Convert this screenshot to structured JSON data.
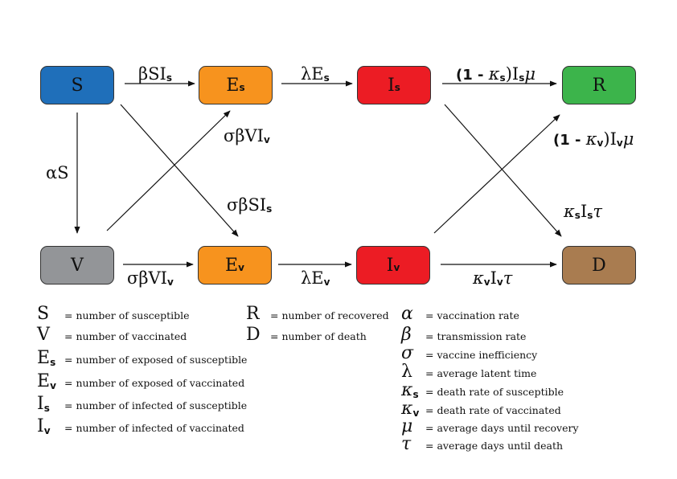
{
  "nodes": {
    "S": {
      "label": "S",
      "sub": "",
      "color": "#1f6fba"
    },
    "Es": {
      "label": "E",
      "sub": "s",
      "color": "#f7931e"
    },
    "Is": {
      "label": "I",
      "sub": "s",
      "color": "#ec1c24"
    },
    "R": {
      "label": "R",
      "sub": "",
      "color": "#3cb44b"
    },
    "V": {
      "label": "V",
      "sub": "",
      "color": "#939598"
    },
    "Ev": {
      "label": "E",
      "sub": "v",
      "color": "#f7931e"
    },
    "Iv": {
      "label": "I",
      "sub": "v",
      "color": "#ec1c24"
    },
    "D": {
      "label": "D",
      "sub": "",
      "color": "#a97c50"
    }
  },
  "edges": {
    "s_es": {
      "a": "βSI",
      "b": "s"
    },
    "es_is": {
      "a": "λE",
      "b": "s"
    },
    "is_r": {
      "a": "(1 - ",
      "b": "κ",
      "c": "s",
      "d": ")I",
      "e": "s",
      "f": "μ"
    },
    "s_v": {
      "a": "αS"
    },
    "v_es": {
      "a": "σβVI",
      "b": "v"
    },
    "s_ev": {
      "a": "σβSI",
      "b": "s"
    },
    "iv_r": {
      "a": "(1 - ",
      "b": "κ",
      "c": "v",
      "d": ")I",
      "e": "v",
      "f": "μ"
    },
    "is_d": {
      "a": "κ",
      "b": "s",
      "c": "I",
      "d": "s",
      "e": "τ"
    },
    "v_ev": {
      "a": "σβVI",
      "b": "v"
    },
    "ev_iv": {
      "a": "λE",
      "b": "v"
    },
    "iv_d": {
      "a": "κ",
      "b": "v",
      "c": "I",
      "d": "v",
      "e": "τ"
    }
  },
  "legend": {
    "col1": [
      {
        "sym": "S",
        "sub": "",
        "desc": "= number of susceptible"
      },
      {
        "sym": "V",
        "sub": "",
        "desc": "= number of vaccinated"
      },
      {
        "sym": "E",
        "sub": "s",
        "desc": "= number of exposed of susceptible"
      },
      {
        "sym": "E",
        "sub": "v",
        "desc": "= number of exposed of vaccinated"
      },
      {
        "sym": "I",
        "sub": "s",
        "desc": "= number of infected of susceptible"
      },
      {
        "sym": "I",
        "sub": "v",
        "desc": "= number of infected of vaccinated"
      }
    ],
    "col2": [
      {
        "sym": "R",
        "sub": "",
        "desc": "= number of recovered"
      },
      {
        "sym": "D",
        "sub": "",
        "desc": "= number of death"
      }
    ],
    "col3": [
      {
        "sym": "α",
        "sub": "",
        "desc": "= vaccination rate"
      },
      {
        "sym": "β",
        "sub": "",
        "desc": "= transmission rate"
      },
      {
        "sym": "σ",
        "sub": "",
        "desc": "= vaccine inefficiency"
      },
      {
        "sym": "λ",
        "sub": "",
        "desc": "= average latent time"
      },
      {
        "sym": "κ",
        "sub": "s",
        "desc": "= death rate of susceptible"
      },
      {
        "sym": "κ",
        "sub": "v",
        "desc": "= death rate of vaccinated"
      },
      {
        "sym": "μ",
        "sub": "",
        "desc": "= average days until recovery"
      },
      {
        "sym": "τ",
        "sub": "",
        "desc": "= average days until death"
      }
    ]
  }
}
